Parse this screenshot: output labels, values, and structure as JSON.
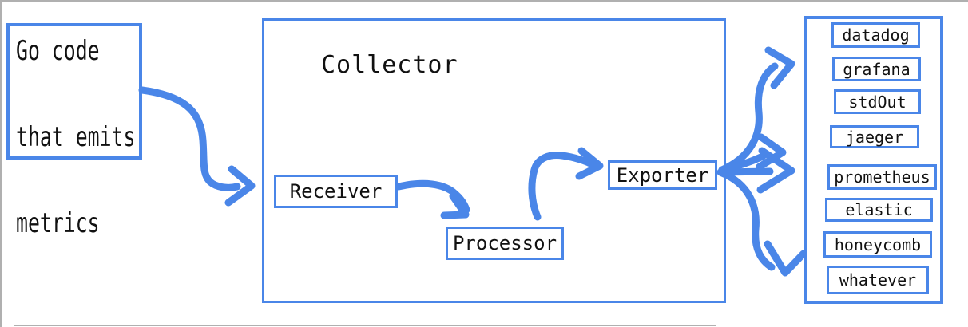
{
  "source": {
    "lines": [
      "Go code",
      "that emits",
      "metrics"
    ]
  },
  "collector": {
    "title": "Collector",
    "stages": [
      {
        "label": "Receiver"
      },
      {
        "label": "Processor"
      },
      {
        "label": "Exporter"
      }
    ]
  },
  "destinations": {
    "items": [
      "datadog",
      "grafana",
      "stdOut",
      "jaeger",
      "prometheus",
      "elastic",
      "honeycomb",
      "whatever"
    ]
  },
  "colors": {
    "accent": "#4a86e8",
    "text": "#1a1a1a",
    "chrome": "#b0b0b0"
  }
}
